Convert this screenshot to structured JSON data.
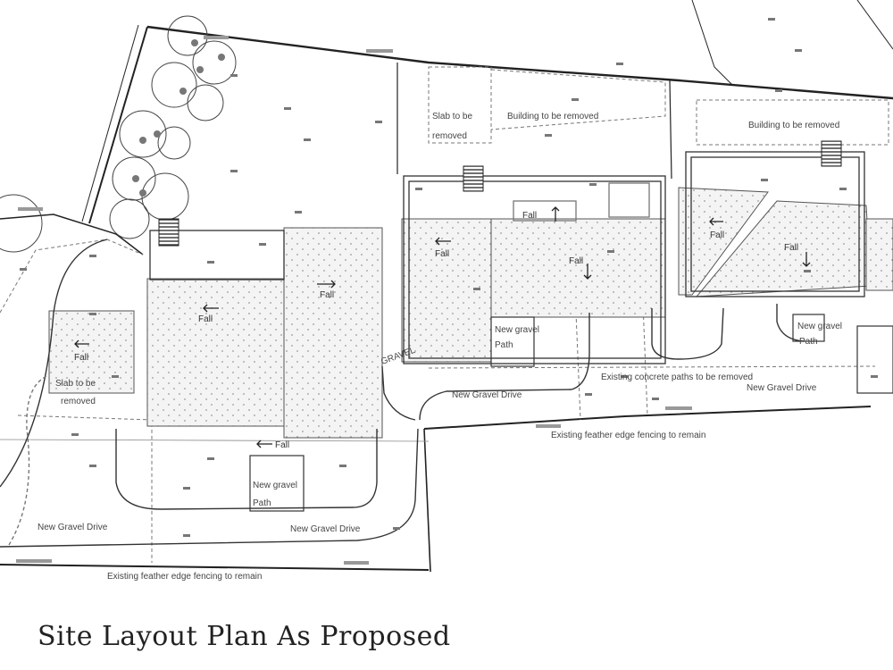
{
  "title": "Site Layout Plan As Proposed",
  "labels": {
    "slab_top": [
      "Slab to be",
      "removed"
    ],
    "building_removed_1": "Building to be removed",
    "building_removed_2": "Building to be removed",
    "slab_left": [
      "Slab to be",
      "removed"
    ],
    "gravel_path_mid": [
      "New gravel",
      "Path"
    ],
    "gravel_path_right": [
      "New gravel",
      "Path"
    ],
    "gravel_path_bottom": [
      "New gravel",
      "Path"
    ],
    "gravel_drive_center": "New Gravel Drive",
    "gravel_drive_right": "New Gravel Drive",
    "gravel_drive_bl": "New Gravel Drive",
    "gravel_drive_bc": "New Gravel Drive",
    "concrete_paths": "Existing concrete paths to be removed",
    "fencing_right": "Existing feather edge fencing to remain",
    "fencing_bottom": "Existing feather edge fencing to remain",
    "gravel_tag": "GRAVEL",
    "fall": "Fall"
  },
  "icons": [
    "fall-arrow-icon",
    "tree-icon",
    "steps-icon"
  ]
}
